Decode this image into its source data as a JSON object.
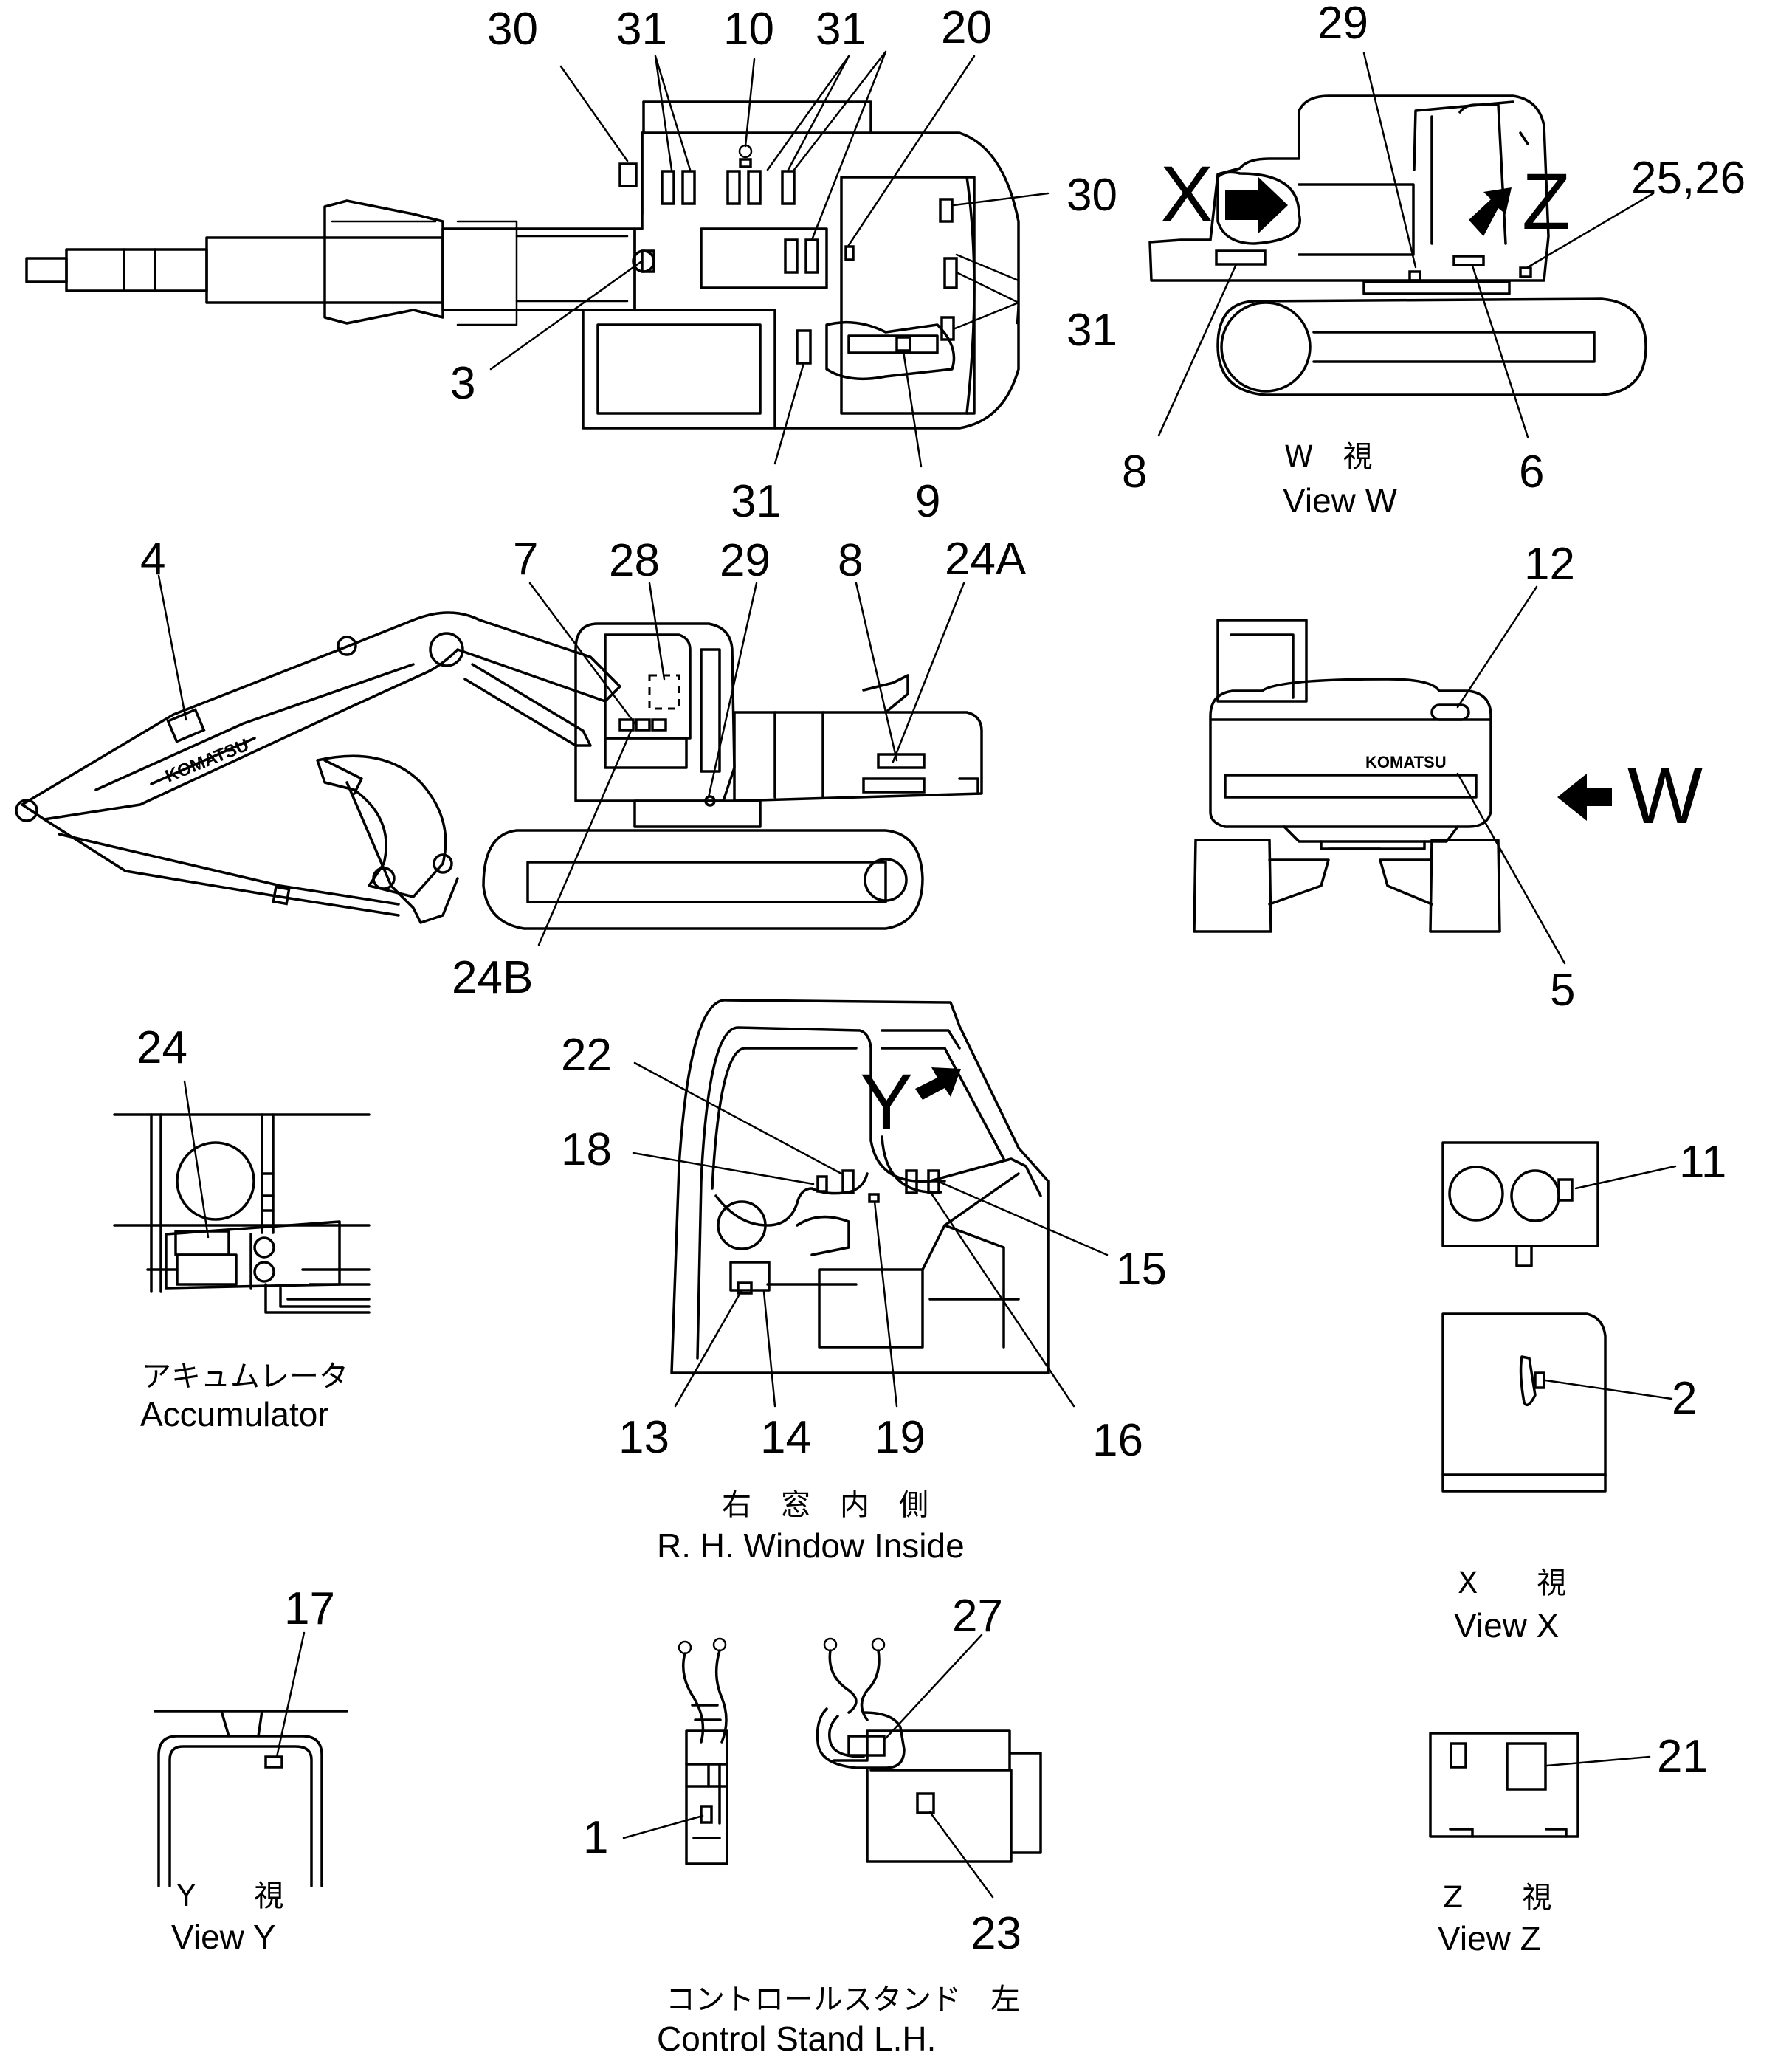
{
  "views": {
    "top": {
      "callouts": [
        "30",
        "31",
        "10",
        "31",
        "20",
        "30",
        "31",
        "3",
        "31",
        "9"
      ]
    },
    "view_w": {
      "callouts": [
        "29",
        "25,26",
        "8",
        "6"
      ],
      "arrow_x": "X",
      "arrow_z": "Z",
      "caption_jp": "W　視",
      "caption_en": "View  W"
    },
    "side": {
      "callouts": [
        "4",
        "7",
        "28",
        "29",
        "8",
        "24A",
        "24B"
      ],
      "brand": "KOMATSU"
    },
    "rear": {
      "callouts": [
        "12",
        "5"
      ],
      "brand": "KOMATSU",
      "arrow_w": "W"
    },
    "accumulator": {
      "callouts": [
        "24"
      ],
      "caption_jp": "アキュムレータ",
      "caption_en": "Accumulator"
    },
    "window": {
      "callouts": [
        "22",
        "18",
        "15",
        "13",
        "14",
        "19",
        "16"
      ],
      "arrow_y": "Y",
      "caption_jp": "右　窓　内　側",
      "caption_en": "R. H.  Window  Inside"
    },
    "view_x": {
      "callouts": [
        "11",
        "2"
      ],
      "caption_jp": "X　　視",
      "caption_en": "View  X"
    },
    "view_y": {
      "callouts": [
        "17"
      ],
      "caption_jp": "Y　　視",
      "caption_en": "View  Y"
    },
    "control_stand": {
      "callouts": [
        "27",
        "1",
        "23"
      ],
      "caption_jp": "コントロールスタンド　左",
      "caption_en": "Control  Stand  L.H."
    },
    "view_z": {
      "callouts": [
        "21"
      ],
      "caption_jp": "Z　　視",
      "caption_en": "View  Z"
    }
  }
}
